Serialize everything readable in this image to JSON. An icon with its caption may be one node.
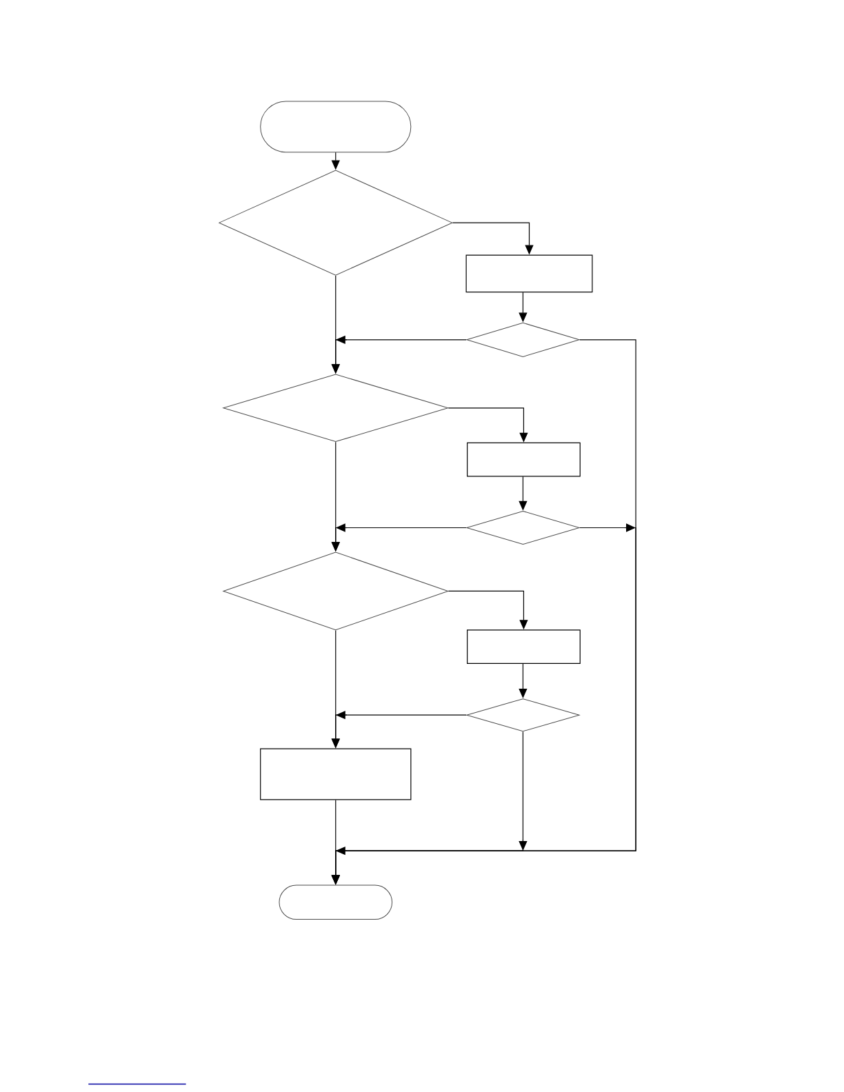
{
  "diagram": {
    "nodes": [
      {
        "text": [],
        "shape": "stadium"
      },
      {
        "text": [],
        "shape": "diamond"
      },
      {
        "text": [],
        "shape": "box"
      },
      {
        "text": [],
        "shape": "diamond"
      },
      {
        "text": [],
        "shape": "diamond"
      },
      {
        "text": [],
        "shape": "box"
      },
      {
        "text": [],
        "shape": "diamond"
      },
      {
        "text": [],
        "shape": "diamond"
      },
      {
        "text": [],
        "shape": "box"
      },
      {
        "text": [],
        "shape": "diamond"
      },
      {
        "text": [],
        "shape": "box"
      },
      {
        "text": [],
        "shape": "stadium"
      }
    ],
    "edges": [
      {
        "from": 0,
        "to": 1,
        "arrow": "to"
      },
      {
        "from": 1,
        "to": 2,
        "arrow": "to"
      },
      {
        "from": 1,
        "to": 4,
        "arrow": "to"
      },
      {
        "from": 2,
        "to": 3,
        "arrow": "to"
      },
      {
        "from": 3,
        "to": 4,
        "arrow": "to"
      },
      {
        "from": 3,
        "to": 11,
        "arrow": "to"
      },
      {
        "from": 4,
        "to": 5,
        "arrow": "to"
      },
      {
        "from": 4,
        "to": 7,
        "arrow": "to"
      },
      {
        "from": 5,
        "to": 6,
        "arrow": "to"
      },
      {
        "from": 6,
        "to": 7,
        "arrow": "to"
      },
      {
        "from": 6,
        "to": 11,
        "arrow": "to"
      },
      {
        "from": 7,
        "to": 8,
        "arrow": "to"
      },
      {
        "from": 7,
        "to": 10,
        "arrow": "to"
      },
      {
        "from": 8,
        "to": 9,
        "arrow": "to"
      },
      {
        "from": 9,
        "to": 10,
        "arrow": "to"
      },
      {
        "from": 9,
        "to": 11,
        "arrow": "to"
      },
      {
        "from": 10,
        "to": 11,
        "arrow": "to"
      }
    ]
  }
}
